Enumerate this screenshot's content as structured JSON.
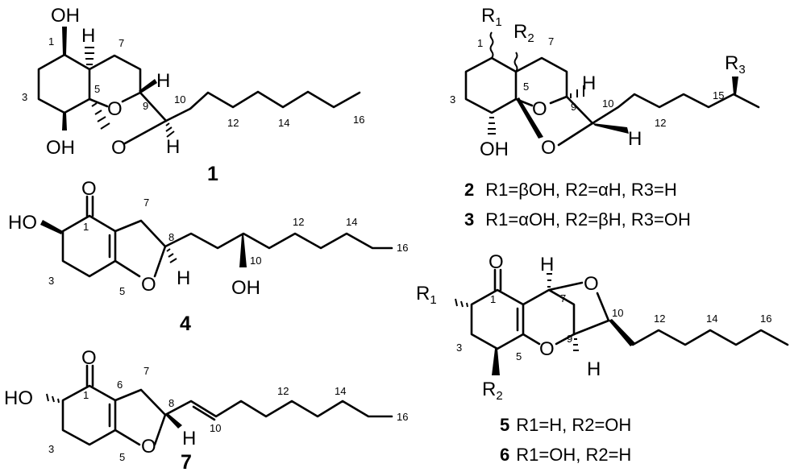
{
  "compounds": [
    {
      "id": "1",
      "atoms": {
        "oh_top": "OH",
        "oh_bottom": "OH",
        "h_ring": "H",
        "o_ring": "O",
        "o_bridge": "O",
        "h_c9": "H",
        "h_c10": "H"
      },
      "numbers": {
        "n1": "1",
        "n3": "3",
        "n5": "5",
        "n7": "7",
        "n9": "9",
        "n10": "10",
        "n12": "12",
        "n14": "14",
        "n16": "16"
      }
    },
    {
      "id": "2/3",
      "atoms": {
        "r1": "R",
        "r1_sub": "1",
        "r2": "R",
        "r2_sub": "2",
        "r3": "R",
        "r3_sub": "3",
        "oh": "OH",
        "o_ring": "O",
        "o_bridge": "O",
        "h_c9": "H",
        "h_c10": "H"
      },
      "numbers": {
        "n1": "1",
        "n3": "3",
        "n5": "5",
        "n7": "7",
        "n9": "9",
        "n10": "10",
        "n12": "12",
        "n15": "15"
      }
    },
    {
      "id": "4",
      "atoms": {
        "o_keto": "O",
        "ho": "HO",
        "o_ring": "O",
        "h": "H",
        "oh": "OH"
      },
      "numbers": {
        "n1": "1",
        "n3": "3",
        "n5": "5",
        "n7": "7",
        "n8": "8",
        "n10": "10",
        "n12": "12",
        "n14": "14",
        "n16": "16"
      }
    },
    {
      "id": "5/6",
      "atoms": {
        "o_keto": "O",
        "r1": "R",
        "r1_sub": "1",
        "r2": "R",
        "r2_sub": "2",
        "o_ring": "O",
        "o_bridge": "O",
        "h_top": "H",
        "h_bottom": "H"
      },
      "numbers": {
        "n1": "1",
        "n3": "3",
        "n5": "5",
        "n7": "7",
        "n9": "9",
        "n10": "10",
        "n12": "12",
        "n14": "14",
        "n16": "16"
      }
    },
    {
      "id": "7",
      "atoms": {
        "o_keto": "O",
        "ho": "HO",
        "o_ring": "O",
        "h": "H"
      },
      "numbers": {
        "n1": "1",
        "n3": "3",
        "n5": "5",
        "n6": "6",
        "n7": "7",
        "n8": "8",
        "n10": "10",
        "n12": "12",
        "n14": "14",
        "n16": "16"
      }
    }
  ],
  "captions": {
    "c1": "1",
    "c4": "4",
    "c7": "7",
    "c2": {
      "num": "2",
      "text": "R1=βOH,  R2=αH,  R3=H"
    },
    "c3": {
      "num": "3",
      "text": "R1=αOH,  R2=βH,  R3=OH"
    },
    "c5": {
      "num": "5",
      "text": "R1=H,  R2=OH"
    },
    "c6": {
      "num": "6",
      "text": "R1=OH,  R2=H"
    }
  }
}
